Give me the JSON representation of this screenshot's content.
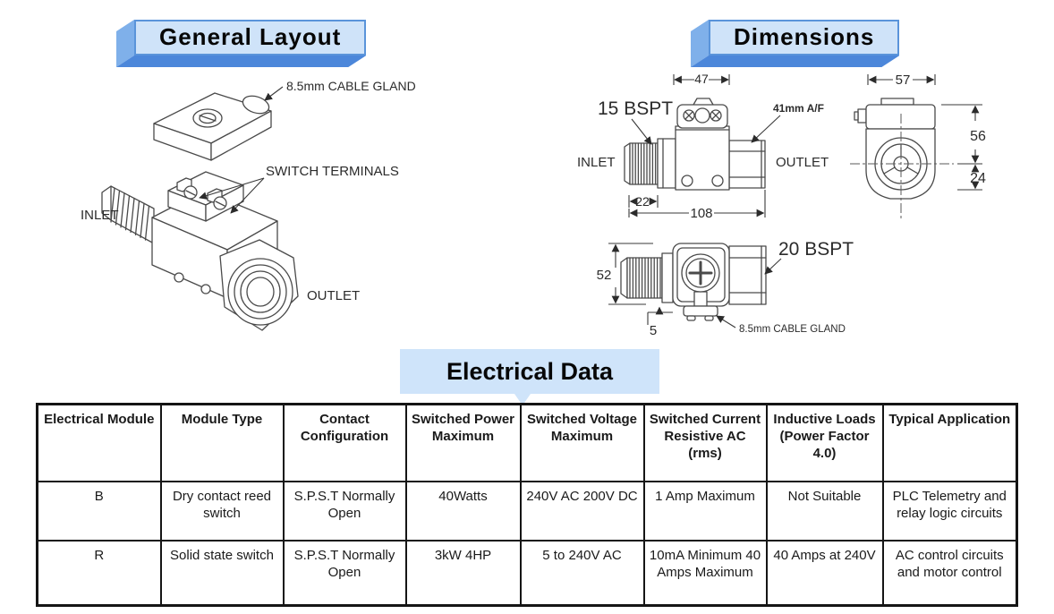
{
  "banners": {
    "general_layout": "General Layout",
    "dimensions": "Dimensions",
    "electrical_data": "Electrical Data"
  },
  "colors": {
    "banner_face": "#cfe3f9",
    "banner_side": "#7fb0ea",
    "banner_shadow": "#4c87da",
    "table_border": "#151515",
    "drawing_line": "#4a4a4a"
  },
  "general_layout_diagram": {
    "cable_gland_label": "8.5mm CABLE GLAND",
    "switch_terminals_label": "SWITCH TERMINALS",
    "inlet_label": "INLET",
    "outlet_label": "OUTLET"
  },
  "dimensions_diagram": {
    "side_view": {
      "width_top": "47",
      "thread_label": "15 BSPT",
      "hex_label": "41mm A/F",
      "inlet_label": "INLET",
      "outlet_label": "OUTLET",
      "thread_length": "22",
      "overall_length": "108"
    },
    "end_view": {
      "width": "57",
      "upper_height": "56",
      "lower_height": "24"
    },
    "front_view": {
      "height": "52",
      "thread_label": "20 BSPT",
      "gland_offset": "5",
      "cable_gland_label": "8.5mm CABLE GLAND"
    }
  },
  "electrical_table": {
    "headers": [
      "Electrical Module",
      "Module Type",
      "Contact Configuration",
      "Switched Power Maximum",
      "Switched Voltage Maximum",
      "Switched Current Resistive AC (rms)",
      "Inductive Loads (Power Factor 4.0)",
      "Typical Application"
    ],
    "rows": [
      [
        "B",
        "Dry contact reed switch",
        "S.P.S.T Normally Open",
        "40Watts",
        "240V AC 200V DC",
        "1 Amp Maximum",
        "Not Suitable",
        "PLC Telemetry and relay logic circuits"
      ],
      [
        "R",
        "Solid state switch",
        "S.P.S.T Normally Open",
        "3kW 4HP",
        "5 to 240V AC",
        "10mA Minimum 40 Amps Maximum",
        "40 Amps at 240V",
        "AC control circuits and motor control"
      ]
    ]
  }
}
